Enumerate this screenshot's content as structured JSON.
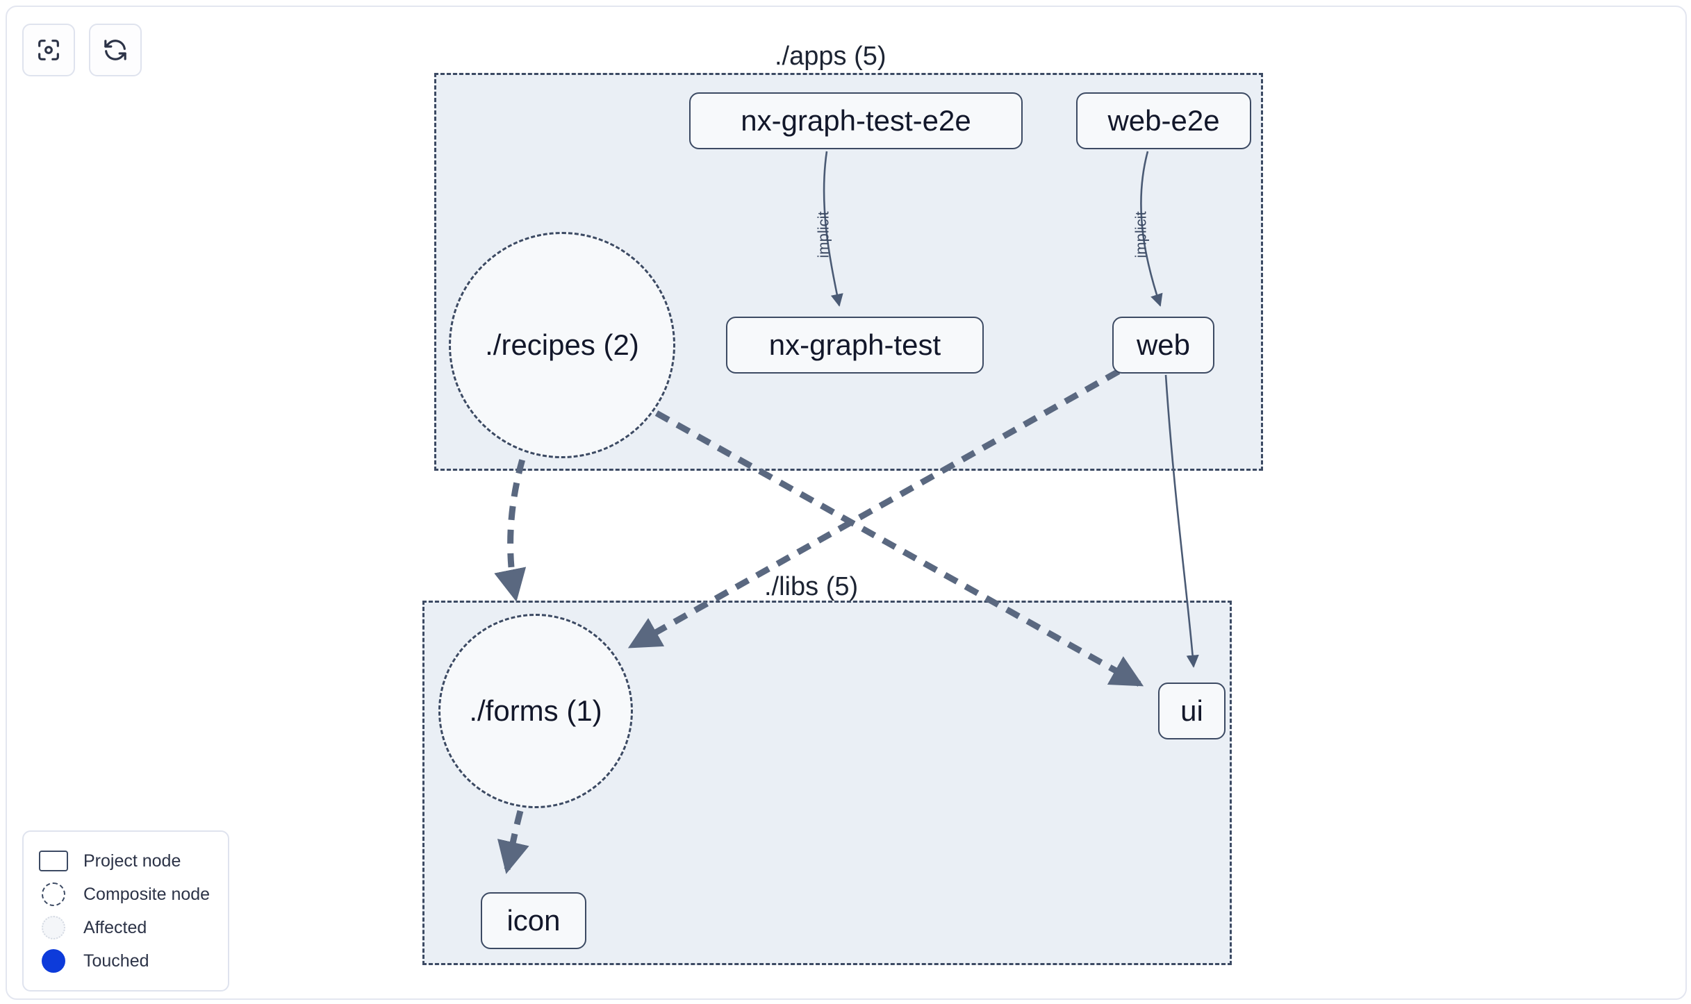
{
  "toolbar": {
    "buttons": [
      {
        "name": "focus-graph-button",
        "icon": "focus-target-icon",
        "label": ""
      },
      {
        "name": "refresh-graph-button",
        "icon": "refresh-icon",
        "label": ""
      }
    ]
  },
  "groups": [
    {
      "id": "apps",
      "label": "./apps (5)"
    },
    {
      "id": "libs",
      "label": "./libs (5)"
    }
  ],
  "nodes": {
    "nx_graph_test_e2e": "nx-graph-test-e2e",
    "web_e2e": "web-e2e",
    "nx_graph_test": "nx-graph-test",
    "web": "web",
    "recipes": "./recipes (2)",
    "forms": "./forms (1)",
    "ui": "ui",
    "icon": "icon"
  },
  "edge_labels": {
    "implicit_1": "implicit",
    "implicit_2": "implicit"
  },
  "legend": {
    "items": [
      {
        "key": "project-node",
        "label": "Project node",
        "swatch": "rect-outline"
      },
      {
        "key": "composite-node",
        "label": "Composite node",
        "swatch": "dashed-circle"
      },
      {
        "key": "affected",
        "label": "Affected",
        "swatch": "dotted-circle"
      },
      {
        "key": "touched",
        "label": "Touched",
        "swatch": "filled-circle"
      }
    ]
  },
  "colors": {
    "group_fill": "#eaeff5",
    "node_fill": "#f7f9fb",
    "stroke": "#3c4a63",
    "text": "#12172a",
    "touched": "#0d3bda",
    "panel_border": "#e3e6f0"
  },
  "graph_data": {
    "type": "dependency-graph",
    "edges": [
      {
        "from": "nx-graph-test-e2e",
        "to": "nx-graph-test",
        "label": "implicit",
        "style": "solid-thin"
      },
      {
        "from": "web-e2e",
        "to": "web",
        "label": "implicit",
        "style": "solid-thin"
      },
      {
        "from": "web",
        "to": "./forms (1)",
        "label": "",
        "style": "dashed-thick"
      },
      {
        "from": "web",
        "to": "ui",
        "label": "",
        "style": "solid-thin"
      },
      {
        "from": "./recipes (2)",
        "to": "./forms (1)",
        "label": "",
        "style": "dashed-thick"
      },
      {
        "from": "./recipes (2)",
        "to": "ui",
        "label": "",
        "style": "dashed-thick"
      },
      {
        "from": "./forms (1)",
        "to": "icon",
        "label": "",
        "style": "dashed-thick"
      }
    ]
  }
}
